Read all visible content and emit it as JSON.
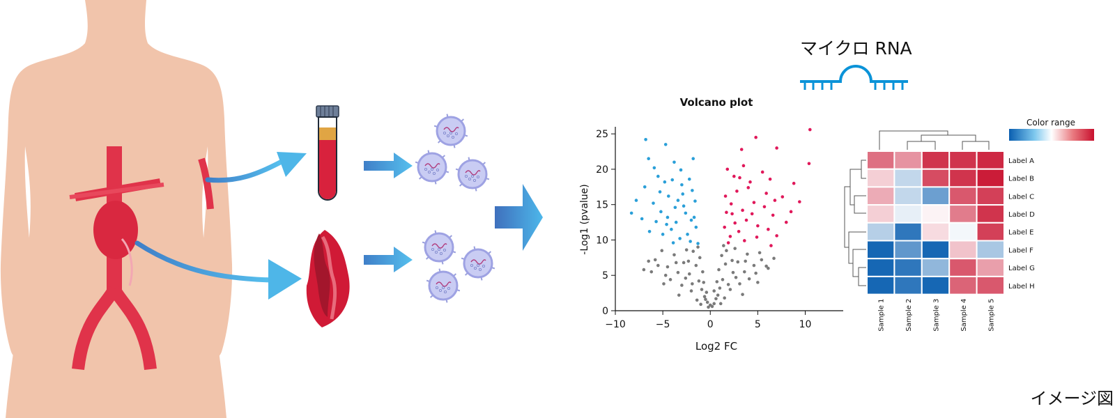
{
  "mirna": {
    "title": "マイクロ RNA"
  },
  "caption": "イメージ図",
  "chart_data": [
    {
      "type": "scatter",
      "title": "Volcano plot",
      "xlabel": "Log2 FC",
      "ylabel": "-Log1 (pvalue)",
      "xlim": [
        -10,
        14
      ],
      "ylim": [
        0,
        26
      ],
      "x_ticks": [
        -10,
        -5,
        0,
        5,
        10
      ],
      "y_ticks": [
        0,
        5,
        10,
        15,
        20,
        25
      ],
      "series": [
        {
          "color": "#2a9fd8",
          "points": [
            [
              -6.8,
              24.2
            ],
            [
              -6.5,
              21.5
            ],
            [
              -4.7,
              23.5
            ],
            [
              -3.8,
              21.0
            ],
            [
              -1.8,
              21.5
            ],
            [
              -7.8,
              15.6
            ],
            [
              -8.3,
              13.8
            ],
            [
              -5.5,
              19.0
            ],
            [
              -4.0,
              18.5
            ],
            [
              -3.0,
              17.8
            ],
            [
              -2.2,
              18.6
            ],
            [
              -6.0,
              15.2
            ],
            [
              -5.2,
              14.0
            ],
            [
              -4.5,
              13.2
            ],
            [
              -3.6,
              12.5
            ],
            [
              -2.6,
              13.8
            ],
            [
              -1.6,
              15.5
            ],
            [
              -6.4,
              11.2
            ],
            [
              -5.0,
              10.8
            ],
            [
              -4.1,
              11.5
            ],
            [
              -3.2,
              10.2
            ],
            [
              -2.1,
              9.8
            ],
            [
              -1.5,
              11.8
            ],
            [
              -4.4,
              16.2
            ],
            [
              -3.4,
              15.6
            ],
            [
              -2.8,
              14.8
            ],
            [
              -2.0,
              12.8
            ],
            [
              -1.3,
              9.5
            ],
            [
              -5.7,
              12.6
            ],
            [
              -3.9,
              9.6
            ],
            [
              -2.4,
              10.8
            ],
            [
              -1.7,
              13.2
            ],
            [
              -5.3,
              16.8
            ],
            [
              -4.8,
              18.2
            ],
            [
              -3.1,
              19.9
            ],
            [
              -6.9,
              17.5
            ],
            [
              -7.2,
              13.0
            ],
            [
              -2.9,
              16.5
            ],
            [
              -1.9,
              17.0
            ],
            [
              -4.6,
              12.2
            ],
            [
              -3.7,
              14.6
            ],
            [
              -5.9,
              20.2
            ]
          ]
        },
        {
          "color": "#e0185a",
          "points": [
            [
              10.5,
              25.6
            ],
            [
              10.4,
              20.8
            ],
            [
              7.0,
              23.0
            ],
            [
              4.8,
              24.5
            ],
            [
              3.3,
              22.8
            ],
            [
              1.8,
              20.0
            ],
            [
              2.5,
              19.0
            ],
            [
              3.5,
              20.5
            ],
            [
              4.2,
              18.2
            ],
            [
              5.5,
              19.6
            ],
            [
              6.3,
              18.6
            ],
            [
              8.8,
              18.0
            ],
            [
              9.4,
              15.4
            ],
            [
              7.6,
              16.1
            ],
            [
              8.0,
              12.5
            ],
            [
              6.6,
              13.5
            ],
            [
              5.7,
              14.7
            ],
            [
              4.6,
              15.3
            ],
            [
              3.4,
              14.2
            ],
            [
              2.3,
              13.7
            ],
            [
              1.6,
              16.2
            ],
            [
              1.5,
              11.8
            ],
            [
              2.1,
              10.5
            ],
            [
              3.0,
              11.2
            ],
            [
              3.8,
              12.8
            ],
            [
              5.0,
              12.0
            ],
            [
              6.1,
              11.5
            ],
            [
              7.0,
              10.6
            ],
            [
              6.4,
              9.2
            ],
            [
              2.8,
              16.9
            ],
            [
              4.0,
              17.4
            ],
            [
              1.9,
              9.6
            ],
            [
              2.6,
              12.4
            ],
            [
              3.6,
              9.9
            ],
            [
              5.9,
              16.6
            ],
            [
              4.9,
              10.4
            ],
            [
              3.1,
              18.8
            ],
            [
              8.5,
              14.0
            ],
            [
              2.2,
              15.1
            ],
            [
              1.7,
              13.9
            ],
            [
              6.8,
              15.6
            ],
            [
              4.4,
              13.7
            ]
          ]
        },
        {
          "color": "#7a7a7a",
          "points": [
            [
              0.0,
              0.8
            ],
            [
              -0.3,
              1.2
            ],
            [
              0.4,
              1.0
            ],
            [
              -0.6,
              2.0
            ],
            [
              0.8,
              2.2
            ],
            [
              -0.9,
              3.0
            ],
            [
              1.0,
              3.2
            ],
            [
              -0.5,
              1.6
            ],
            [
              0.6,
              1.7
            ],
            [
              -1.2,
              4.2
            ],
            [
              1.3,
              4.4
            ],
            [
              -0.8,
              5.5
            ],
            [
              0.9,
              5.8
            ],
            [
              -1.5,
              6.4
            ],
            [
              1.6,
              6.6
            ],
            [
              -1.1,
              7.5
            ],
            [
              1.2,
              7.8
            ],
            [
              -1.8,
              8.4
            ],
            [
              1.7,
              8.5
            ],
            [
              -2.2,
              5.2
            ],
            [
              2.4,
              5.4
            ],
            [
              -2.8,
              6.8
            ],
            [
              2.9,
              6.9
            ],
            [
              -3.4,
              5.4
            ],
            [
              3.6,
              5.5
            ],
            [
              -4.5,
              6.2
            ],
            [
              4.6,
              6.4
            ],
            [
              -5.5,
              6.4
            ],
            [
              5.4,
              7.2
            ],
            [
              -6.2,
              5.5
            ],
            [
              6.1,
              6.0
            ],
            [
              -3.0,
              3.6
            ],
            [
              3.1,
              3.8
            ],
            [
              -2.0,
              2.8
            ],
            [
              2.1,
              3.0
            ],
            [
              -1.4,
              1.5
            ],
            [
              1.5,
              1.8
            ],
            [
              -0.2,
              0.5
            ],
            [
              0.2,
              0.6
            ],
            [
              -4.2,
              4.4
            ],
            [
              4.1,
              4.5
            ],
            [
              -5.8,
              7.2
            ],
            [
              5.9,
              6.3
            ],
            [
              -3.8,
              7.9
            ],
            [
              3.9,
              8.0
            ],
            [
              -2.5,
              8.6
            ],
            [
              2.6,
              8.8
            ],
            [
              -6.5,
              7.0
            ],
            [
              6.7,
              7.4
            ],
            [
              -7.0,
              5.8
            ],
            [
              -0.7,
              4.0
            ],
            [
              0.7,
              4.1
            ],
            [
              -1.9,
              3.8
            ],
            [
              1.9,
              3.7
            ],
            [
              -2.6,
              4.6
            ],
            [
              2.7,
              4.7
            ],
            [
              -3.3,
              2.2
            ],
            [
              3.4,
              2.3
            ],
            [
              -4.9,
              3.8
            ],
            [
              5.0,
              4.0
            ],
            [
              -1.0,
              0.9
            ],
            [
              1.1,
              1.0
            ],
            [
              -2.3,
              7.0
            ],
            [
              2.3,
              7.1
            ],
            [
              -3.6,
              6.8
            ],
            [
              3.7,
              7.0
            ],
            [
              -4.7,
              5.0
            ],
            [
              4.8,
              5.3
            ],
            [
              -0.4,
              2.6
            ],
            [
              0.4,
              2.8
            ],
            [
              -1.3,
              9.0
            ],
            [
              1.4,
              9.2
            ],
            [
              -5.1,
              8.5
            ],
            [
              5.2,
              8.2
            ]
          ]
        }
      ]
    },
    {
      "type": "heatmap",
      "title": "Color range",
      "rows": [
        "Label A",
        "Label B",
        "Label C",
        "Label D",
        "Label E",
        "Label F",
        "Label G",
        "Label H"
      ],
      "columns": [
        "Sample 1",
        "Sample 2",
        "Sample 3",
        "Sample 4",
        "Sample 5"
      ],
      "values": [
        [
          0.6,
          0.45,
          0.85,
          0.85,
          0.9
        ],
        [
          0.2,
          -0.25,
          0.75,
          0.85,
          0.95
        ],
        [
          0.35,
          -0.25,
          -0.6,
          0.7,
          0.8
        ],
        [
          0.2,
          -0.1,
          0.05,
          0.55,
          0.85
        ],
        [
          -0.3,
          -0.85,
          0.15,
          -0.05,
          0.8
        ],
        [
          -0.95,
          -0.65,
          -0.95,
          0.25,
          -0.35
        ],
        [
          -0.95,
          -0.85,
          -0.45,
          0.7,
          0.4
        ],
        [
          -0.95,
          -0.85,
          -0.95,
          0.65,
          0.7
        ]
      ],
      "color_low": "#0a5fb0",
      "color_mid": "#ffffff",
      "color_high": "#c8102e"
    }
  ]
}
